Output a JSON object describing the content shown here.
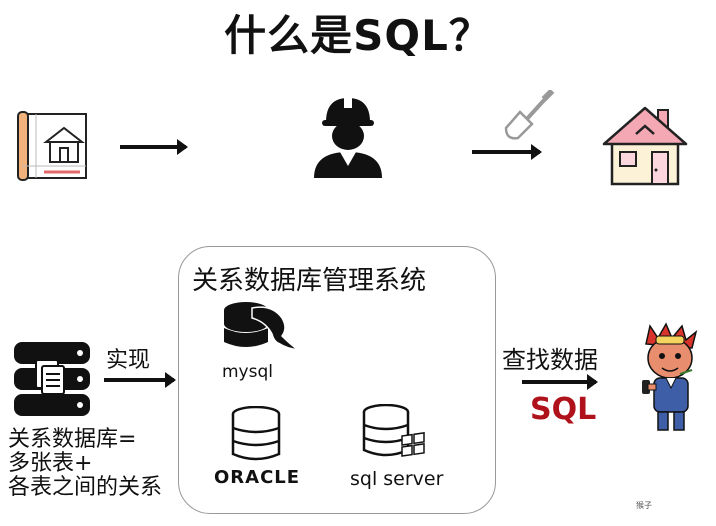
{
  "title": "什么是SQL？",
  "dbms": {
    "title": "关系数据库管理系统"
  },
  "left": {
    "arrow_label": "实现",
    "description": [
      "关系数据库=",
      "多张表+",
      "各表之间的关系"
    ]
  },
  "databases": [
    {
      "label": "mysql"
    },
    {
      "label": "ORACLE"
    },
    {
      "label": "sql server"
    }
  ],
  "right": {
    "arrow_label": "查找数据",
    "sql_label": "SQL"
  },
  "watermark": "猴子",
  "colors": {
    "sql_red": "#b0121b",
    "house_roof": "#f4a8b4",
    "house_body": "#fbf2d8"
  }
}
